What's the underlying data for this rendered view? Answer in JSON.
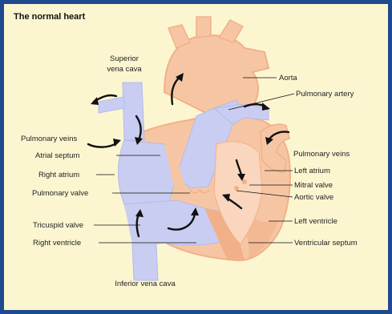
{
  "title": "The normal heart",
  "labels": {
    "superior_vena_cava_1": "Superior",
    "superior_vena_cava_2": "vena cava",
    "aorta": "Aorta",
    "pulmonary_artery": "Pulmonary artery",
    "pulmonary_veins_left": "Pulmonary veins",
    "pulmonary_veins_right": "Pulmonary veins",
    "atrial_septum": "Atrial septum",
    "right_atrium": "Right atrium",
    "pulmonary_valve": "Pulmonary valve",
    "left_atrium": "Left atrium",
    "mitral_valve": "Mitral valve",
    "aortic_valve": "Aortic valve",
    "left_ventricle": "Left ventricle",
    "tricuspid_valve": "Tricuspid valve",
    "right_ventricle": "Right ventricle",
    "ventricular_septum": "Ventricular septum",
    "inferior_vena_cava": "Inferior vena cava"
  },
  "colors": {
    "frame": "#1f4a8f",
    "background": "#fbf6d0",
    "muscle": "#f6c6a4",
    "muscle_dark": "#f2b088",
    "blue_blood": "#c9cdf1"
  }
}
